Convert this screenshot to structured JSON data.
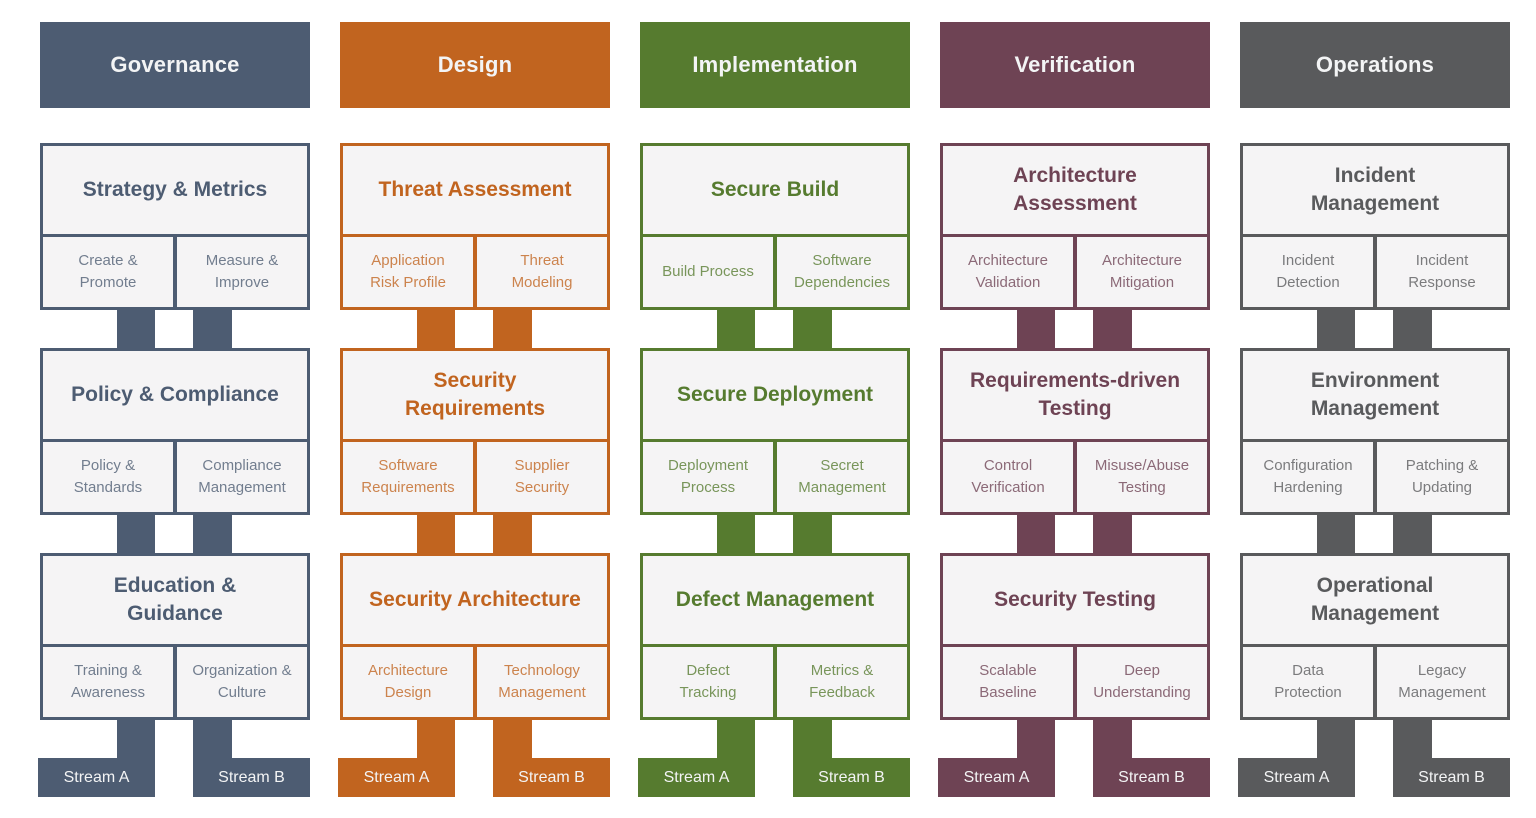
{
  "streams": {
    "a": "Stream A",
    "b": "Stream B"
  },
  "palette": {
    "box_fill": "#f5f4f5",
    "header_text": "#f3f4f5",
    "page_background": "#ffffff"
  },
  "columns": [
    {
      "name": "Governance",
      "color": "#4d5c72",
      "groups": [
        {
          "title": "Strategy & Metrics",
          "stream_a": "Create &\nPromote",
          "stream_b": "Measure &\nImprove"
        },
        {
          "title": "Policy & Compliance",
          "stream_a": "Policy &\nStandards",
          "stream_b": "Compliance\nManagement"
        },
        {
          "title": "Education &\nGuidance",
          "stream_a": "Training &\nAwareness",
          "stream_b": "Organization &\nCulture"
        }
      ]
    },
    {
      "name": "Design",
      "color": "#c1641f",
      "groups": [
        {
          "title": "Threat Assessment",
          "stream_a": "Application\nRisk Profile",
          "stream_b": "Threat\nModeling"
        },
        {
          "title": "Security\nRequirements",
          "stream_a": "Software\nRequirements",
          "stream_b": "Supplier\nSecurity"
        },
        {
          "title": "Security Architecture",
          "stream_a": "Architecture\nDesign",
          "stream_b": "Technology\nManagement"
        }
      ]
    },
    {
      "name": "Implementation",
      "color": "#567b2f",
      "groups": [
        {
          "title": "Secure Build",
          "stream_a": "Build Process",
          "stream_b": "Software\nDependencies"
        },
        {
          "title": "Secure Deployment",
          "stream_a": "Deployment\nProcess",
          "stream_b": "Secret\nManagement"
        },
        {
          "title": "Defect Management",
          "stream_a": "Defect\nTracking",
          "stream_b": "Metrics &\nFeedback"
        }
      ]
    },
    {
      "name": "Verification",
      "color": "#6e4354",
      "groups": [
        {
          "title": "Architecture\nAssessment",
          "stream_a": "Architecture\nValidation",
          "stream_b": "Architecture\nMitigation"
        },
        {
          "title": "Requirements-driven\nTesting",
          "stream_a": "Control\nVerification",
          "stream_b": "Misuse/Abuse\nTesting"
        },
        {
          "title": "Security Testing",
          "stream_a": "Scalable\nBaseline",
          "stream_b": "Deep\nUnderstanding"
        }
      ]
    },
    {
      "name": "Operations",
      "color": "#595a5c",
      "groups": [
        {
          "title": "Incident\nManagement",
          "stream_a": "Incident\nDetection",
          "stream_b": "Incident\nResponse"
        },
        {
          "title": "Environment\nManagement",
          "stream_a": "Configuration\nHardening",
          "stream_b": "Patching &\nUpdating"
        },
        {
          "title": "Operational\nManagement",
          "stream_a": "Data\nProtection",
          "stream_b": "Legacy\nManagement"
        }
      ]
    }
  ]
}
